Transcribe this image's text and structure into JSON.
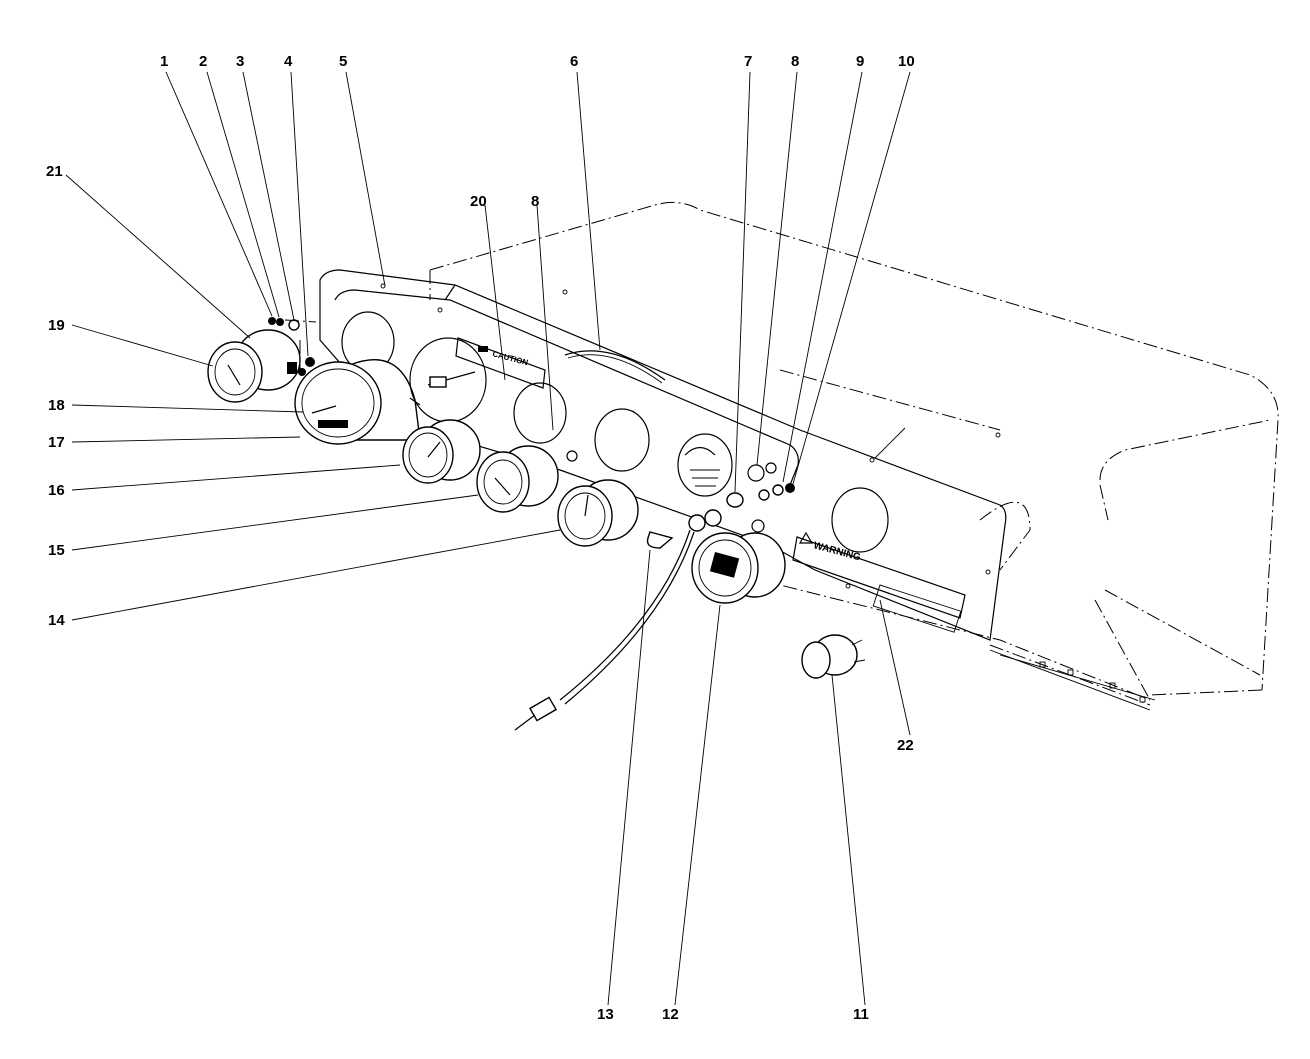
{
  "callouts": [
    "1",
    "2",
    "3",
    "4",
    "5",
    "6",
    "7",
    "8",
    "9",
    "10",
    "11",
    "12",
    "13",
    "14",
    "15",
    "16",
    "17",
    "18",
    "19",
    "20",
    "8",
    "21",
    "22"
  ],
  "labels": {
    "caution": "CAUTION",
    "warning": "WARNING"
  }
}
